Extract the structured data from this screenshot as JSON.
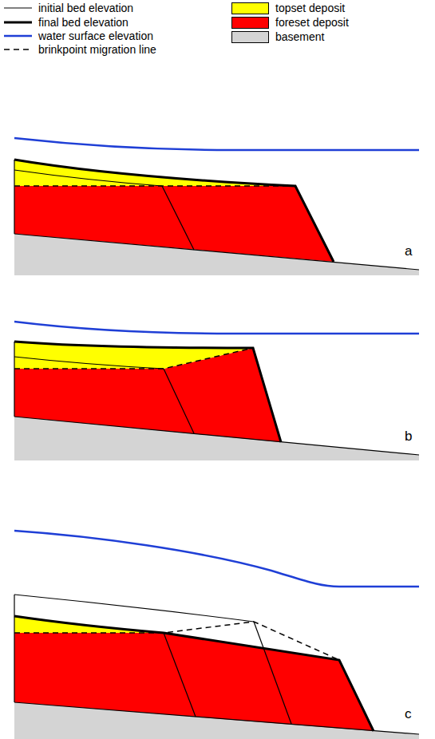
{
  "diagram": {
    "labels": [
      "a",
      "b",
      "c"
    ],
    "legend": [
      {
        "text": "initial bed elevation"
      },
      {
        "text": "final bed elevation"
      },
      {
        "text": "water surface elevation"
      },
      {
        "text": "brinkpoint migration line"
      },
      {
        "text": "topset deposit",
        "color": "#ffff00"
      },
      {
        "text": "foreset deposit",
        "color": "#ff0000"
      },
      {
        "text": "basement",
        "color": "#d4d4d4"
      }
    ]
  }
}
